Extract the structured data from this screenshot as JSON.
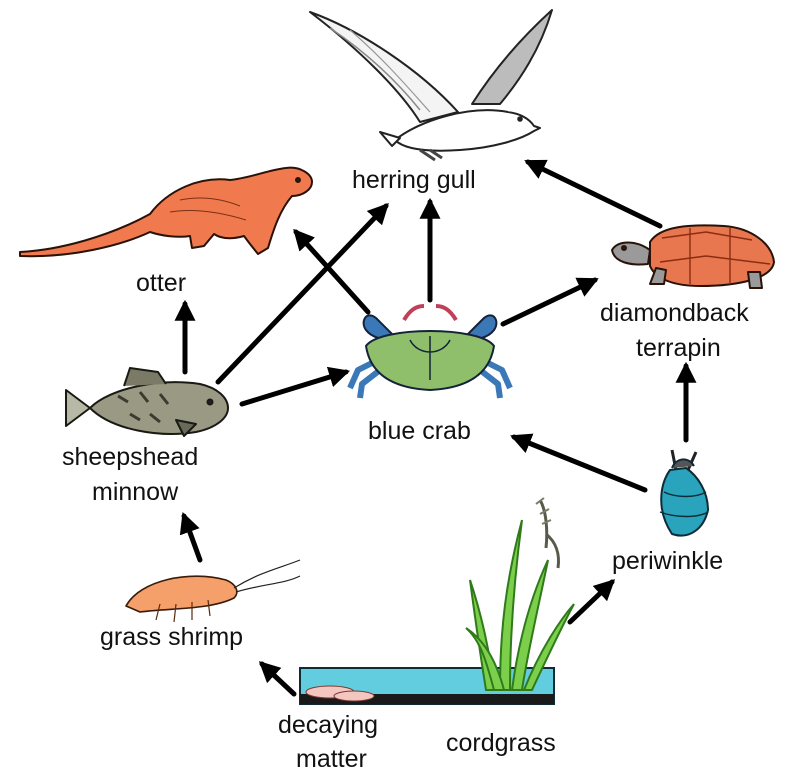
{
  "organisms": {
    "herring_gull": "herring gull",
    "otter": "otter",
    "blue_crab": "blue crab",
    "diamondback_terrapin_line1": "diamondback",
    "diamondback_terrapin_line2": "terrapin",
    "sheepshead_minnow_line1": "sheepshead",
    "sheepshead_minnow_line2": "minnow",
    "periwinkle": "periwinkle",
    "grass_shrimp": "grass shrimp",
    "decaying_matter_line1": "decaying",
    "decaying_matter_line2": "matter",
    "cordgrass": "cordgrass"
  },
  "colors": {
    "otter": "#f07a4e",
    "crab_blue": "#3a78b8",
    "crab_green": "#8fbf6a",
    "terrapin_shell": "#e8774f",
    "minnow": "#9a9a84",
    "periwinkle": "#2aa4bd",
    "water": "#63cde0",
    "grass": "#7ccf4a",
    "shrimp": "#f5a06b"
  },
  "icons": [
    "gull-illustration",
    "otter-illustration",
    "blue-crab-illustration",
    "terrapin-illustration",
    "minnow-illustration",
    "periwinkle-illustration",
    "shrimp-illustration",
    "cordgrass-marsh-illustration"
  ]
}
